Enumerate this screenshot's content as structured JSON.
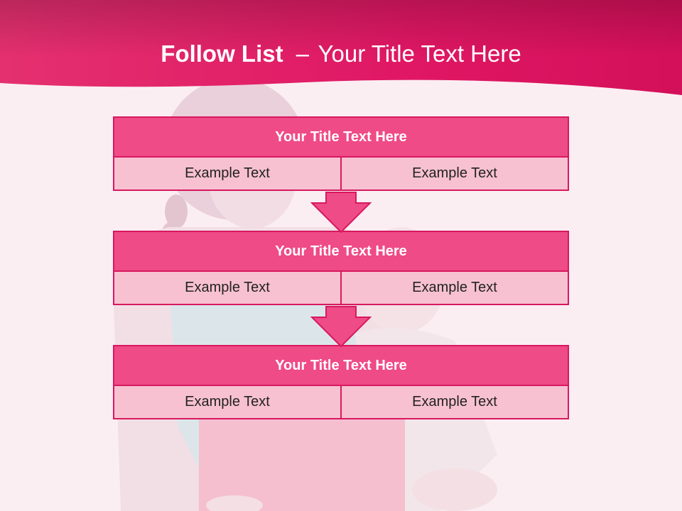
{
  "slide": {
    "title_bold": "Follow List",
    "title_sep": "–",
    "title_rest": "Your Title Text Here"
  },
  "blocks": [
    {
      "title": "Your Title Text Here",
      "left": "Example Text",
      "right": "Example Text"
    },
    {
      "title": "Your Title Text Here",
      "left": "Example Text",
      "right": "Example Text"
    },
    {
      "title": "Your Title Text Here",
      "left": "Example Text",
      "right": "Example Text"
    }
  ],
  "colors": {
    "header": "#e0145f",
    "title_bar": "#ef4b86",
    "cell": "#f7c1d1",
    "border": "#d8185f",
    "background": "#fbeef3"
  }
}
